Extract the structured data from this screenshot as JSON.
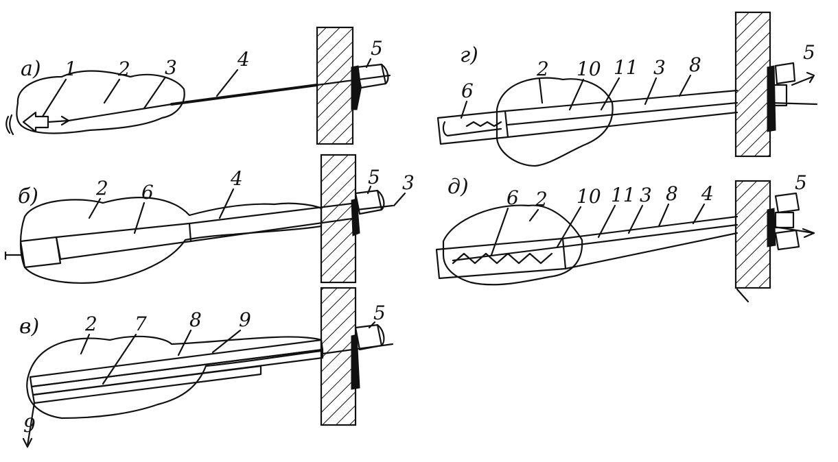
{
  "panels": [
    {
      "id": "a",
      "label": "а)",
      "callouts": [
        "1",
        "2",
        "3",
        "4",
        "5"
      ]
    },
    {
      "id": "b",
      "label": "б)",
      "callouts": [
        "2",
        "6",
        "4",
        "5",
        "3"
      ]
    },
    {
      "id": "v",
      "label": "в)",
      "callouts": [
        "2",
        "7",
        "8",
        "9",
        "5",
        "9"
      ]
    },
    {
      "id": "g",
      "label": "г)",
      "callouts": [
        "6",
        "2",
        "10",
        "11",
        "3",
        "8",
        "5"
      ]
    },
    {
      "id": "d",
      "label": "д)",
      "callouts": [
        "6",
        "2",
        "10",
        "11",
        "3",
        "8",
        "4",
        "5"
      ]
    }
  ]
}
